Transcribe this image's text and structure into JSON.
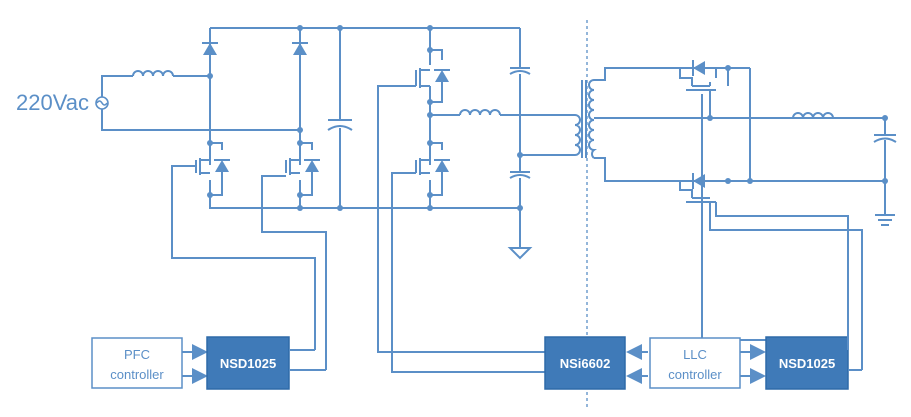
{
  "input": {
    "source_label": "220Vac"
  },
  "blocks": {
    "pfc_controller": {
      "line1": "PFC",
      "line2": "controller"
    },
    "nsd1025_left": {
      "label": "NSD1025"
    },
    "nsi6602": {
      "label": "NSi6602"
    },
    "llc_controller": {
      "line1": "LLC",
      "line2": "controller"
    },
    "nsd1025_right": {
      "label": "NSD1025"
    }
  },
  "colors": {
    "wire": "#5b8fc7",
    "dark_block": "#3f7ab8",
    "light_block_border": "#5b8fc7"
  }
}
